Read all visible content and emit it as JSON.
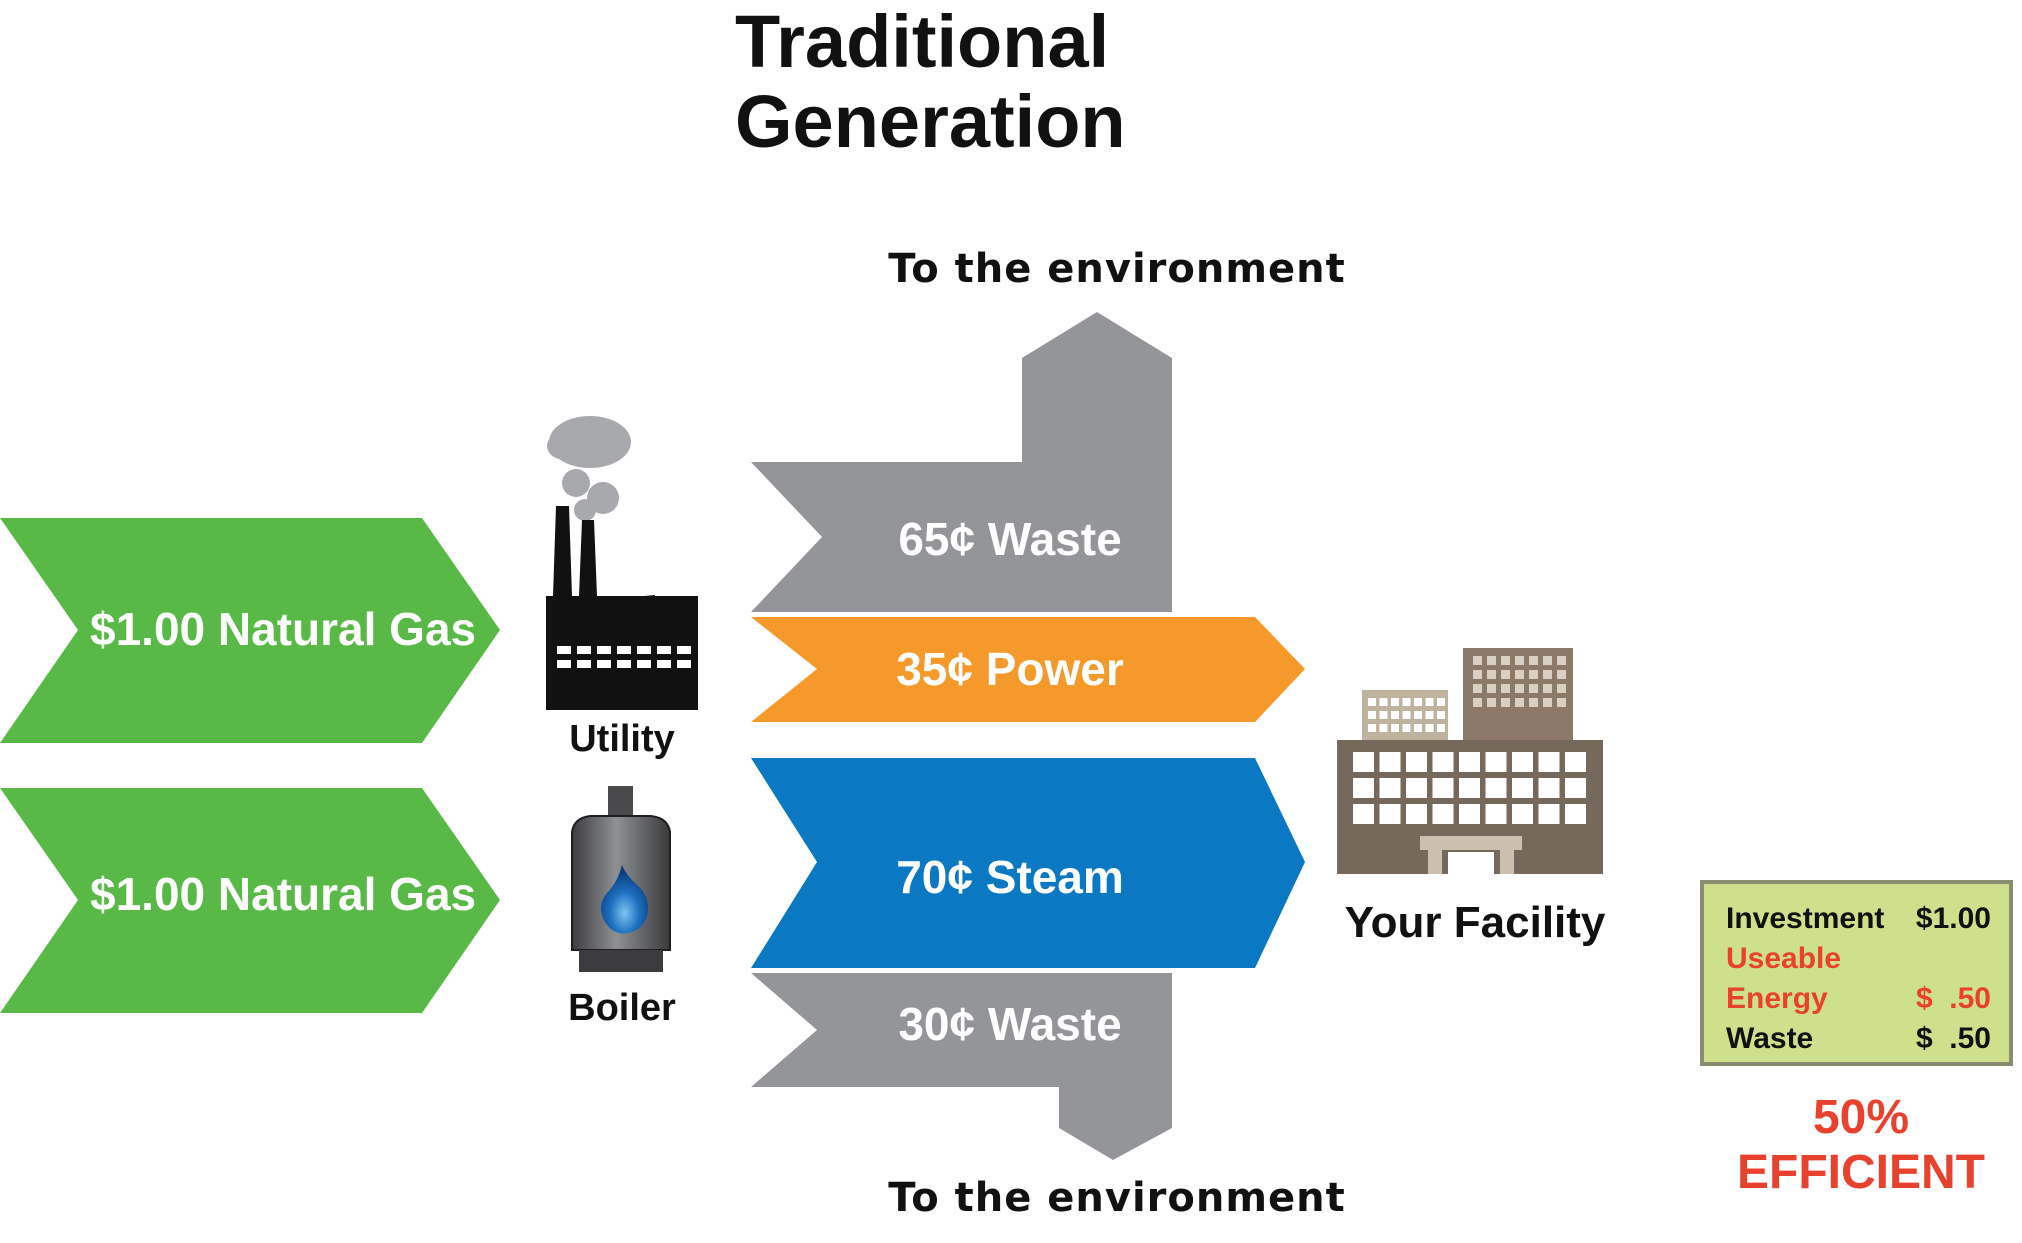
{
  "title_line1": "Traditional",
  "title_line2": "Generation",
  "environment_top_label": "To the environment",
  "environment_bottom_label": "To the environment",
  "inputs": [
    {
      "label": "$1.00 Natural Gas"
    },
    {
      "label": "$1.00 Natural Gas"
    }
  ],
  "sources": {
    "utility_label": "Utility",
    "boiler_label": "Boiler"
  },
  "flows": {
    "waste_top": "65¢ Waste",
    "power": "35¢ Power",
    "steam": "70¢ Steam",
    "waste_bottom": "30¢ Waste"
  },
  "facility_label": "Your Facility",
  "summary": {
    "investment_label": "Investment",
    "investment_value": "$1.00",
    "useable_label_line1": "Useable",
    "useable_label_line2": "Energy",
    "useable_value": "$  .50",
    "waste_label": "Waste",
    "waste_value": "$  .50"
  },
  "efficiency_label": "50% EFFICIENT",
  "colors": {
    "input_green": "#58b947",
    "waste_gray": "#939598",
    "power_orange": "#f59a2a",
    "steam_blue": "#0a78c2",
    "facility_brown": "#76685b",
    "summary_bg": "#cfe08c",
    "highlight_red": "#e8412d"
  },
  "icons": {
    "utility": "factory-icon",
    "boiler": "boiler-flame-icon",
    "facility": "building-icon"
  }
}
